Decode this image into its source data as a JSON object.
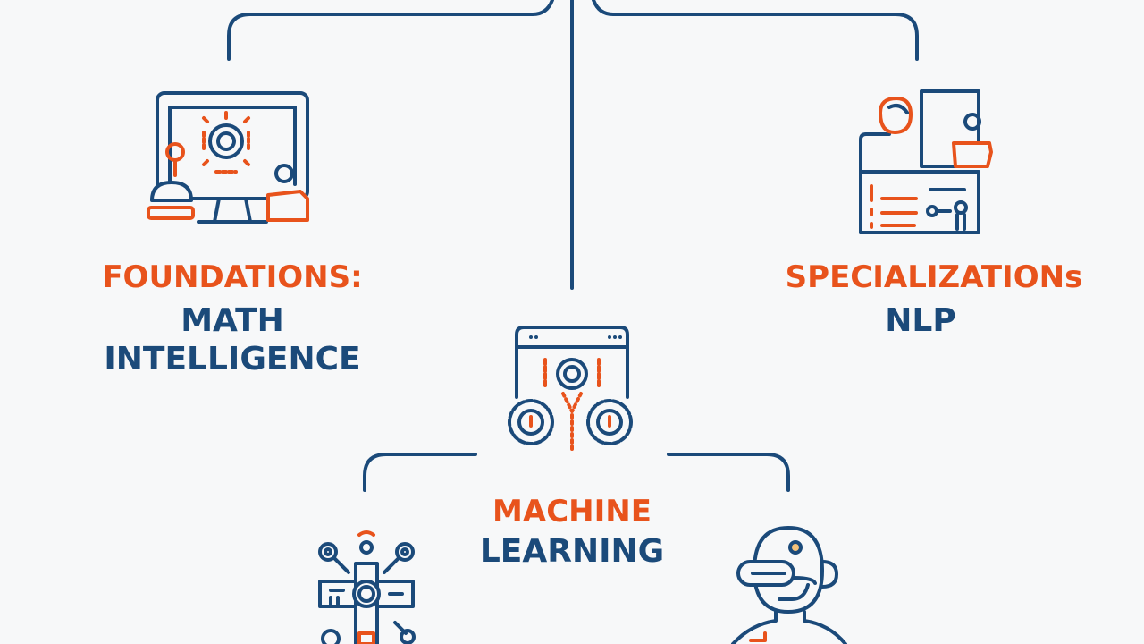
{
  "colors": {
    "primary": "#1b4a7a",
    "accent": "#e8531c",
    "background": "#f7f8f9"
  },
  "nodes": {
    "foundations": {
      "title": "FOUNDATIONS:",
      "line1": "MATH",
      "line2": "INTELLIGENCE",
      "icon": "computer-monitor-icon"
    },
    "specializations": {
      "title": "SPECIALIZATIONs",
      "line1": "NLP",
      "icon": "person-document-icon"
    },
    "machine_learning": {
      "title": "MACHINE",
      "line1": "LEARNING",
      "icon": "browser-gears-icon"
    },
    "bottom_left": {
      "icon": "network-hub-icon"
    },
    "bottom_right": {
      "icon": "robot-head-icon"
    }
  }
}
